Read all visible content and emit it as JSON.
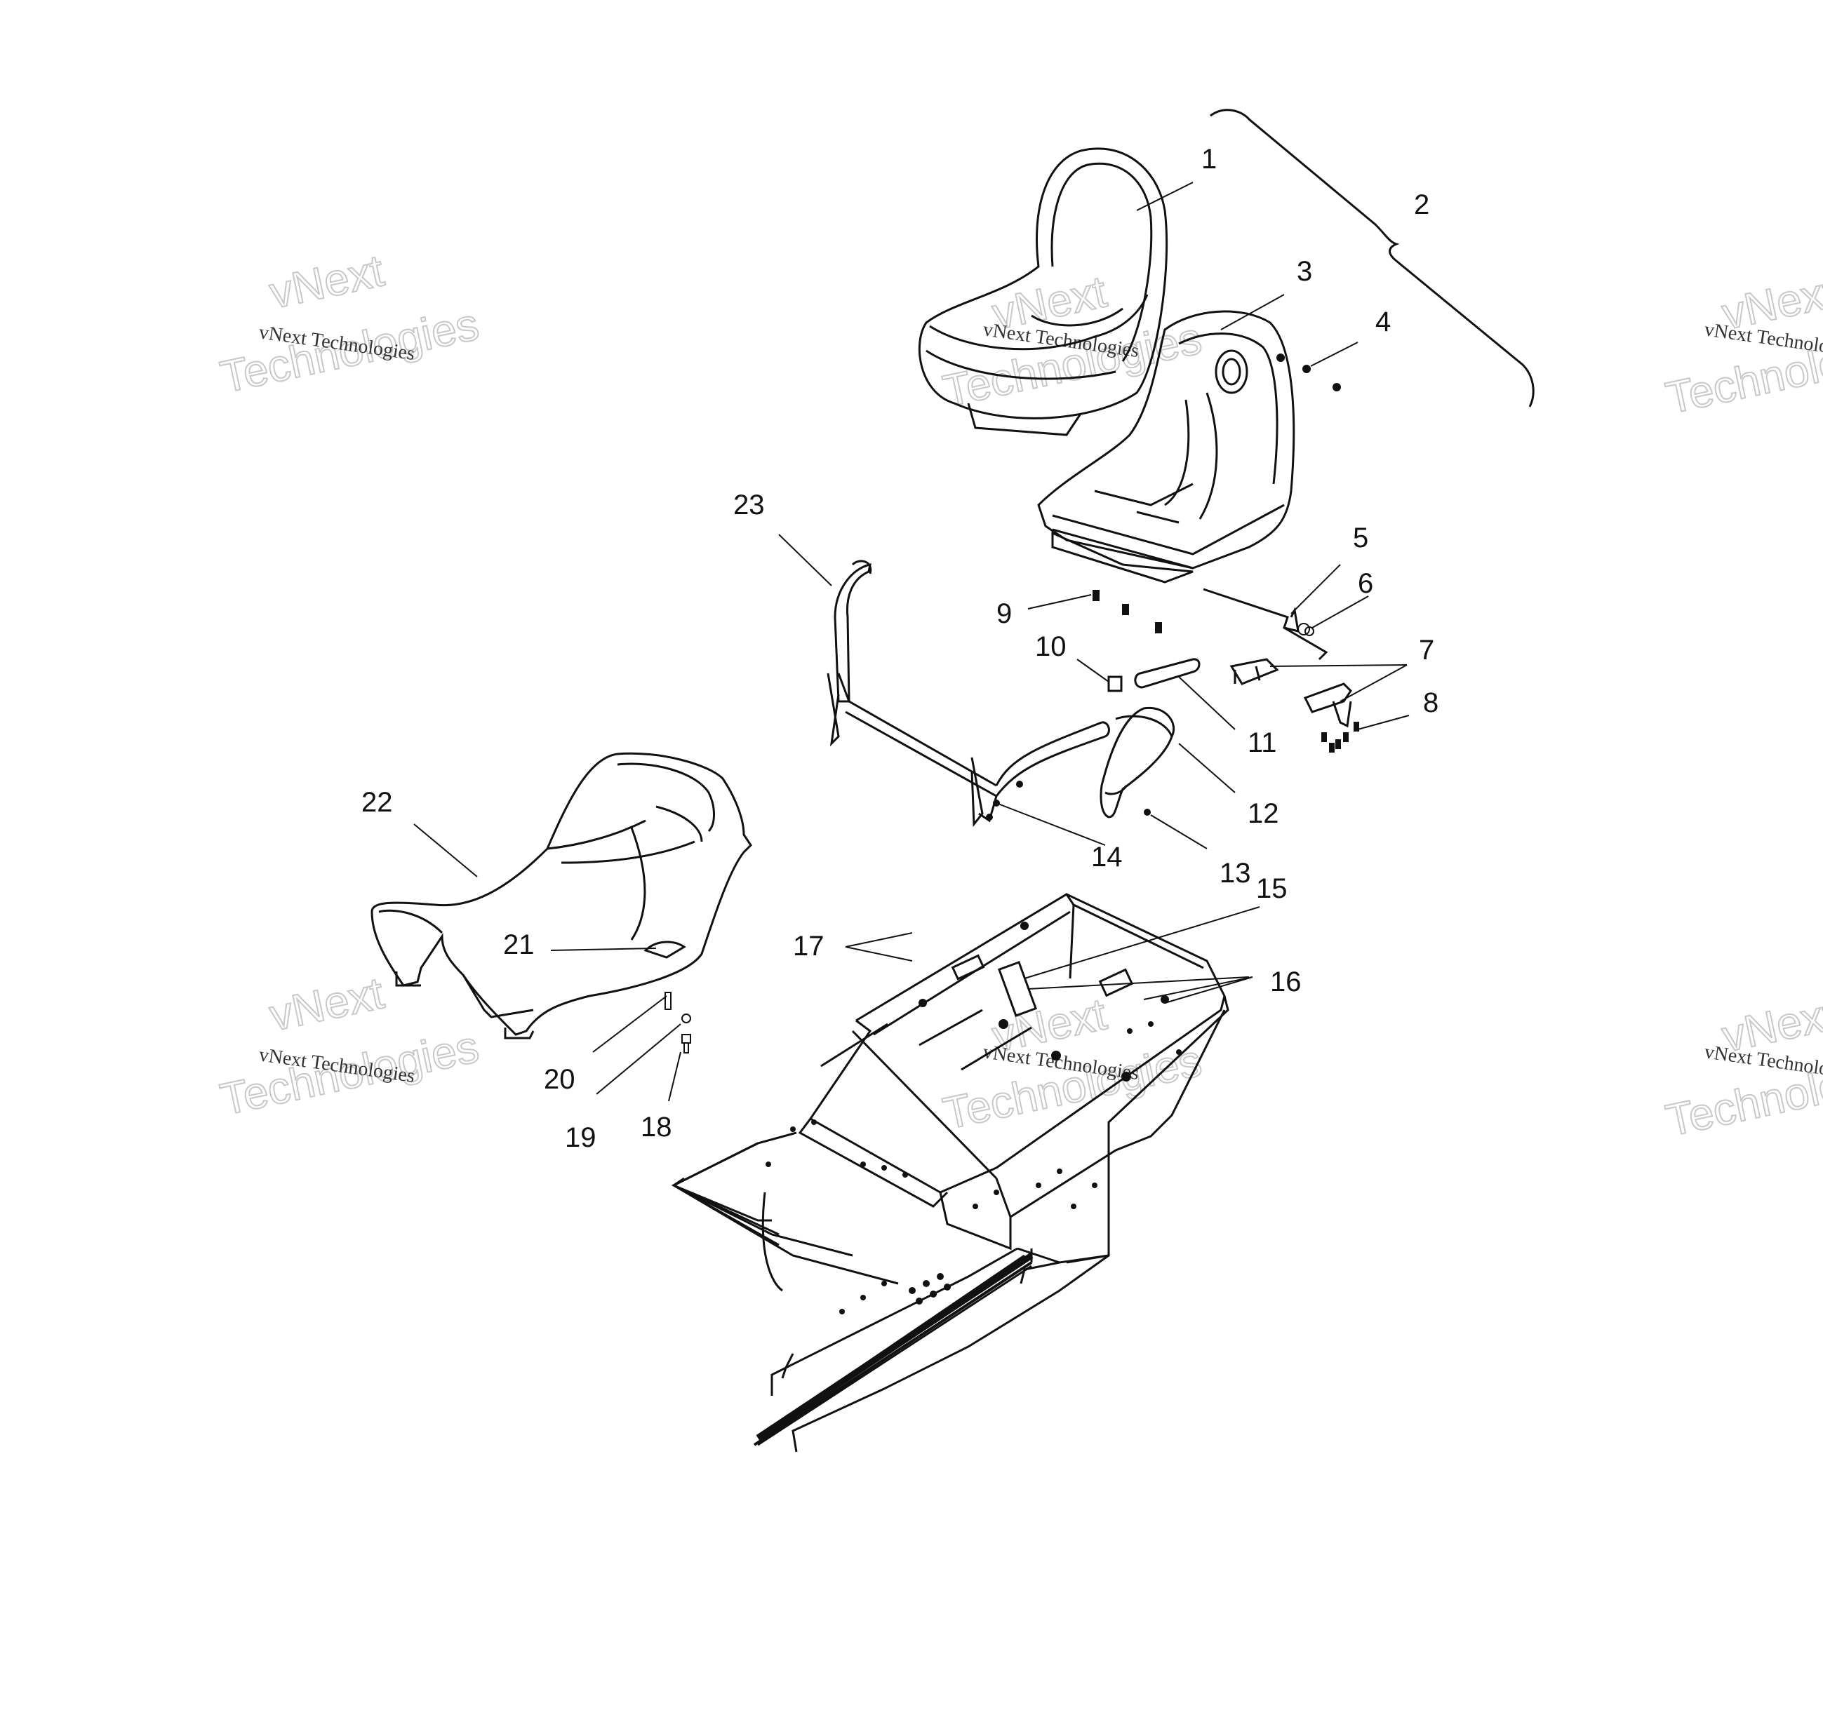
{
  "diagram": {
    "callouts": [
      "1",
      "2",
      "3",
      "4",
      "5",
      "6",
      "7",
      "8",
      "9",
      "10",
      "11",
      "12",
      "13",
      "14",
      "15",
      "16",
      "17",
      "18",
      "19",
      "20",
      "21",
      "22",
      "23"
    ],
    "watermark": {
      "line1": "vNext Technologies",
      "line2": "vNext",
      "line3": "Technologies"
    },
    "colors": {
      "line": "#111111",
      "background": "#ffffff",
      "watermark": "#c8c8c8"
    }
  }
}
